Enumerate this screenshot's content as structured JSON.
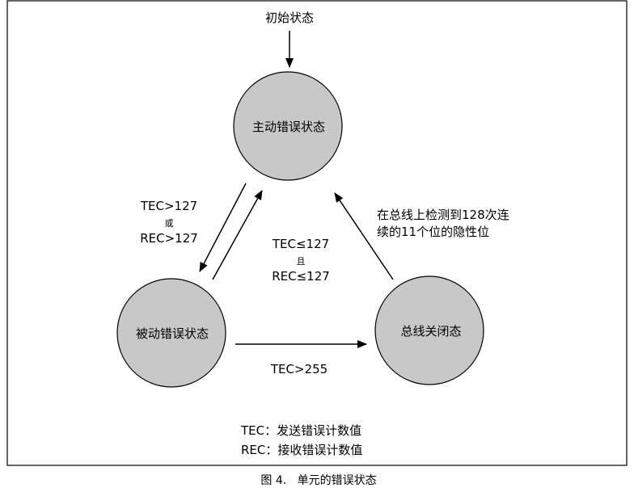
{
  "diagram": {
    "initial_label": "初始状态",
    "states": {
      "active": "主动错误状态",
      "passive": "被动错误状态",
      "bus_off": "总线关闭态"
    },
    "transitions": {
      "active_to_passive": {
        "line1": "TEC>127",
        "line2": "或",
        "line3": "REC>127"
      },
      "passive_to_active": {
        "line1": "TEC≤127",
        "line2": "且",
        "line3": "REC≤127"
      },
      "passive_to_busoff": {
        "line1": "TEC>255"
      },
      "busoff_to_active": {
        "line1": "在总线上检测到128次连",
        "line2": "续的11个位的隐性位"
      }
    },
    "legend": {
      "tec": "TEC：发送错误计数值",
      "rec": "REC：接收错误计数值"
    },
    "caption": "图 4.   单元的错误状态",
    "colors": {
      "state_fill": "#c8c8c8",
      "stroke": "#000000"
    }
  }
}
